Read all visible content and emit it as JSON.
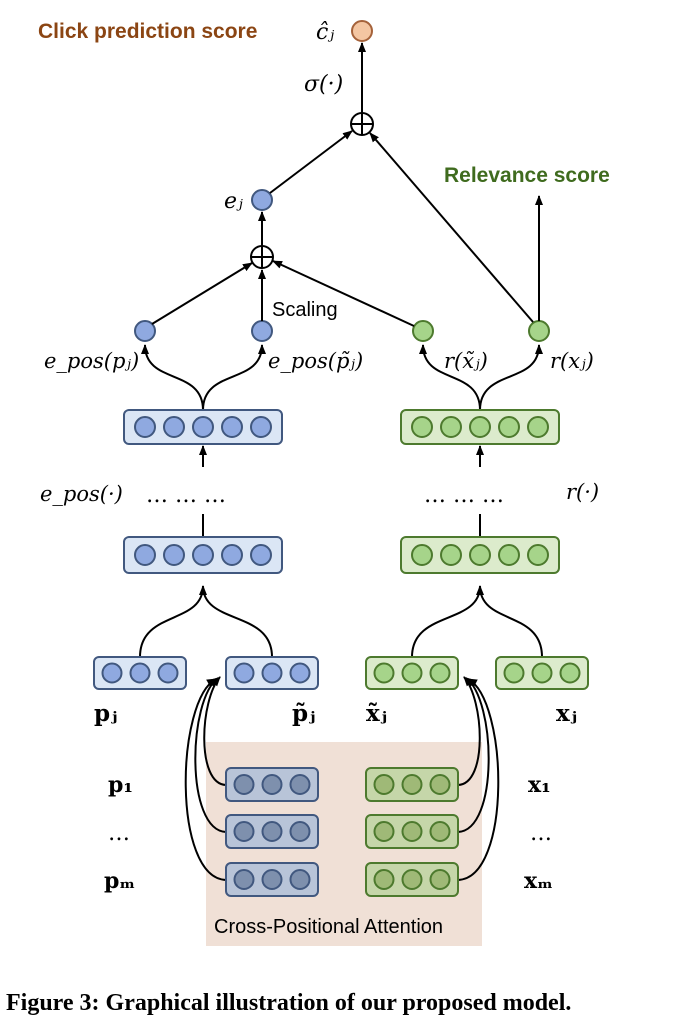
{
  "title": "Click prediction score",
  "relevance_title": "Relevance score",
  "output_symbol": "ĉⱼ",
  "sigma_label": "σ(·)",
  "ej_label": "eⱼ",
  "scaling_label": "Scaling",
  "epos_pj_label": "e_pos(pⱼ)",
  "epos_ptj_label": "e_pos(p̃ⱼ)",
  "r_xtj_label": "r(x̃ⱼ)",
  "r_xj_label": "r(xⱼ)",
  "epos_fn_label": "e_pos(·)",
  "r_fn_label": "r(·)",
  "ellipsis_left": "… … …",
  "ellipsis_right": "… … …",
  "pj_label": "pⱼ",
  "ptj_label": "p̃ⱼ",
  "xtj_label": "x̃ⱼ",
  "xj_label": "xⱼ",
  "p1_label": "p₁",
  "pdots_label": "…",
  "pm_label": "pₘ",
  "x1_label": "x₁",
  "xdots_label": "…",
  "xm_label": "xₘ",
  "attention_label": "Cross-Positional Attention",
  "caption": "Figure 3: Graphical illustration of our proposed model.",
  "colors": {
    "brown": "#8B4513",
    "green_text": "#3f6b1e",
    "blue_fill": "#dbe6f5",
    "blue_stroke": "#41587f",
    "blue_node": "#8fa9e0",
    "green_fill": "#dcebcc",
    "green_stroke": "#4d7a2e",
    "green_node": "#a6d48a",
    "orange_node": "#f4c6a2",
    "orange_stroke": "#a5623a",
    "attention_bg": "#f0e0d6",
    "dark_blue_node": "#7e90ad",
    "dark_green_node": "#9fb977"
  }
}
